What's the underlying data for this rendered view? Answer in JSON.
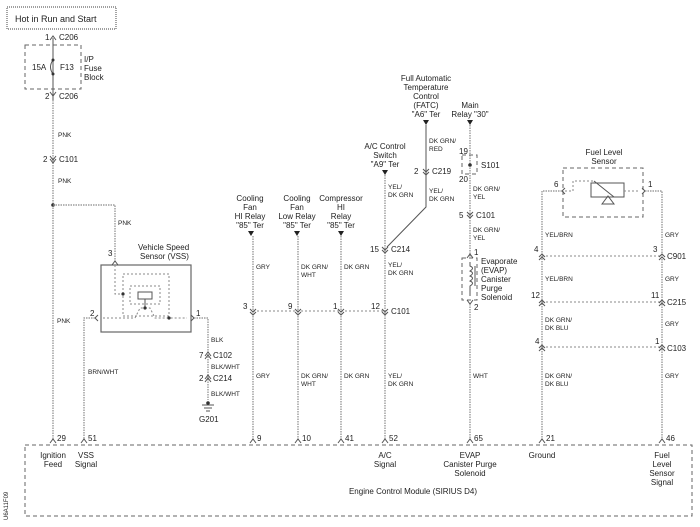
{
  "power": {
    "label": "Hot in Run and Start"
  },
  "fuse": {
    "amp": "15A",
    "id": "F13",
    "block": [
      "I/P",
      "Fuse",
      "Block"
    ],
    "top_pin": "1",
    "top_conn": "C206",
    "bot_pin": "2",
    "bot_conn": "C206"
  },
  "pnk_wire": {
    "color1": "PNK",
    "c101_pin": "2",
    "c101": "C101",
    "color2": "PNK",
    "color3": "PNK",
    "color4": "PNK"
  },
  "vss": {
    "title": [
      "Vehicle Speed",
      "Sensor (VSS)"
    ],
    "pin3": "3",
    "pin2": "2",
    "pin1": "1",
    "ground_wire": {
      "c1": "BLK",
      "p1": "7",
      "conn1": "C102",
      "c2": "BLK/WHT",
      "p2": "2",
      "conn2": "C214",
      "c3": "BLK/WHT",
      "ground": "G201"
    },
    "signal_wire": "BRN/WHT"
  },
  "relays": [
    {
      "label": [
        "Cooling",
        "Fan",
        "HI Relay",
        "\"85\" Ter"
      ],
      "wire": "GRY",
      "pin": "3",
      "ecm_pin": "9"
    },
    {
      "label": [
        "Cooling",
        "Fan",
        "Low Relay",
        "\"85\" Ter"
      ],
      "wire": [
        "DK GRN/",
        "WHT"
      ],
      "pin": "9",
      "ecm_pin": "10"
    },
    {
      "label": [
        "Compressor",
        "HI",
        "Relay",
        "\"85\" Ter"
      ],
      "wire": "DK GRN",
      "pin": "1",
      "ecm_pin": "41"
    }
  ],
  "ac_switch": {
    "label": [
      "A/C Control",
      "Switch",
      "\"A9\" Ter"
    ],
    "wire1": [
      "YEL/",
      "DK GRN"
    ],
    "c214_pin": "15",
    "c214": "C214",
    "wire2": [
      "YEL/",
      "DK GRN"
    ],
    "c101_pin": "12",
    "c101": "C101",
    "wire3": [
      "YEL/",
      "DK GRN"
    ],
    "ecm_pin": "52"
  },
  "fatc": {
    "label": [
      "Full Automatic",
      "Temperature",
      "Control",
      "(FATC)",
      "\"A6\" Ter"
    ],
    "wire1": [
      "DK GRN/",
      "RED"
    ],
    "c219_pin": "2",
    "c219": "C219",
    "wire2": [
      "YEL/",
      "DK GRN"
    ]
  },
  "main_relay": {
    "label": [
      "Main",
      "Relay \"30\""
    ],
    "s101_top": "19",
    "s101": "S101",
    "s101_bot": "20",
    "wire1": [
      "DK GRN/",
      "YEL"
    ],
    "c101_pin": "5",
    "c101": "C101",
    "wire2": [
      "DK GRN/",
      "YEL"
    ]
  },
  "evap": {
    "label": [
      "Evaporate",
      "(EVAP)",
      "Canister",
      "Purge",
      "Solenoid"
    ],
    "pin1": "1",
    "pin2": "2",
    "wire": "WHT",
    "ecm_pin": "65"
  },
  "fuel_sensor": {
    "title": [
      "Fuel Level",
      "Sensor"
    ],
    "pin6": "6",
    "pin1": "1",
    "left": {
      "w1": "YEL/BRN",
      "c901_pin": "4",
      "w2": "YEL/BRN",
      "c215_pin": "12",
      "w3": [
        "DK GRN/",
        "DK BLU"
      ],
      "c103_pin": "4",
      "w4": [
        "DK GRN/",
        "DK BLU"
      ],
      "ecm_pin": "21"
    },
    "right": {
      "w1": "GRY",
      "c901_pin": "3",
      "c901": "C901",
      "w2": "GRY",
      "c215_pin": "11",
      "c215": "C215",
      "w3": "GRY",
      "c103_pin": "1",
      "c103": "C103",
      "w4": "GRY",
      "ecm_pin": "46"
    }
  },
  "ecm": {
    "title": "Engine Control Module (SIRIUS D4)",
    "pins": {
      "ign": "29",
      "vss": "51"
    },
    "labels": {
      "ign": [
        "Ignition",
        "Feed"
      ],
      "vss": [
        "VSS",
        "Signal"
      ],
      "ac": [
        "A/C",
        "Signal"
      ],
      "evap": [
        "EVAP",
        "Canister Purge",
        "Solenoid"
      ],
      "ground": "Ground",
      "fuel": [
        "Fuel",
        "Level",
        "Sensor",
        "Signal"
      ]
    }
  },
  "c101_row": "C101",
  "figure_id": "U6A11F09"
}
